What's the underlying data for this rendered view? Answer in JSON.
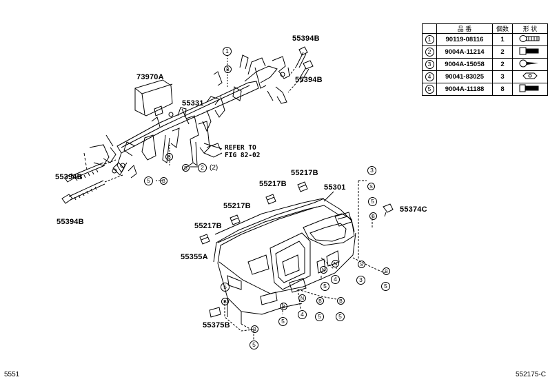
{
  "labels": {
    "p73970a": "73970A",
    "p55331": "55331",
    "p55394b_top1": "55394B",
    "p55394b_top2": "55394B",
    "p55394b_left1": "55394B",
    "p55394b_left2": "55394B",
    "p55301": "55301",
    "p55217b_1": "55217B",
    "p55217b_2": "55217B",
    "p55217b_3": "55217B",
    "p55217b_4": "55217B",
    "p55374c": "55374C",
    "p55355a": "55355A",
    "p55375b": "55375B"
  },
  "refer": "REFER TO\nFIG 82-02",
  "ref_note": "(2)",
  "callouts": {
    "c1": "1",
    "c2": "2",
    "c3a": "3",
    "c3b": "3",
    "c4a": "4",
    "c4b": "4",
    "c5a": "5",
    "c5b": "5",
    "c5c": "5",
    "c5d": "5",
    "c5e": "5",
    "c5f": "5",
    "c5g": "5",
    "c5h": "5"
  },
  "marks": {
    "b1": "B",
    "b2": "B",
    "b3": "B",
    "b4": "B",
    "b5": "B",
    "b6": "B",
    "b7": "B",
    "b8": "B",
    "b9": "B",
    "b10": "B",
    "s1": "S",
    "s2": "S",
    "n1": "N",
    "n2": "N",
    "n3": "N"
  },
  "table": {
    "headers": [
      "品 番",
      "個数",
      "形 状"
    ],
    "rows": [
      {
        "num": "1",
        "part": "90119-08116",
        "qty": "1"
      },
      {
        "num": "2",
        "part": "9004A-11214",
        "qty": "2"
      },
      {
        "num": "3",
        "part": "9004A-15058",
        "qty": "2"
      },
      {
        "num": "4",
        "part": "90041-83025",
        "qty": "3"
      },
      {
        "num": "5",
        "part": "9004A-11188",
        "qty": "8"
      }
    ]
  },
  "footer": {
    "left": "5551",
    "right": "552175-C"
  }
}
